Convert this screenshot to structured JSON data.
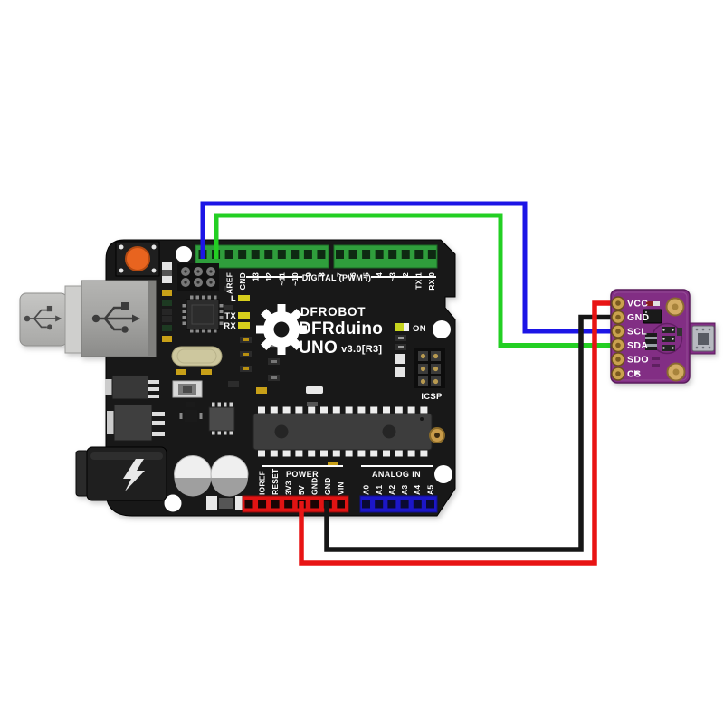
{
  "colors": {
    "background": "#ffffff",
    "pcb_black": "#181818",
    "header_green": "#2f9e3c",
    "header_red": "#e01313",
    "header_blue": "#1c16c8",
    "reset_button_orange": "#e8641f",
    "sensor_board_purple": "#822e84",
    "gold_pad": "#caa24e",
    "silkscreen_white": "#ffffff"
  },
  "arduino": {
    "brand": "DFROBOT",
    "model": "DFRduino",
    "series": "UNO",
    "revision": "v3.0[R3]",
    "digital_section_label": "DIGITAL (PWM~)",
    "digital_pins_left": [
      "AREF",
      "GND",
      "13",
      "12",
      "~11",
      "~10",
      "~9",
      "8"
    ],
    "digital_pins_right": [
      "7",
      "~6",
      "~5",
      "4",
      "~3",
      "2",
      "TX 1",
      "RX 0"
    ],
    "power_section_label": "POWER",
    "power_pins": [
      "IOREF",
      "RESET",
      "3V3",
      "5V",
      "GND",
      "GND",
      "VIN"
    ],
    "analog_section_label": "ANALOG IN",
    "analog_pins": [
      "A0",
      "A1",
      "A2",
      "A3",
      "A4",
      "A5"
    ],
    "icsp_label": "ICSP",
    "power_led_label": "ON",
    "led_labels": [
      "L",
      "TX",
      "RX"
    ]
  },
  "sensor": {
    "pin_labels": [
      "VCC",
      "GND",
      "SCL",
      "SDA",
      "SDO",
      "CS"
    ]
  },
  "wires": [
    {
      "name": "blue",
      "hex": "#1c15e6",
      "from": "Arduino SCL (top header)",
      "to": "sensor SCL"
    },
    {
      "name": "green",
      "hex": "#23cf23",
      "from": "Arduino SDA (top header)",
      "to": "sensor SDA"
    },
    {
      "name": "black",
      "hex": "#161616",
      "from": "Arduino GND (power header)",
      "to": "sensor GND"
    },
    {
      "name": "red",
      "hex": "#e81414",
      "from": "Arduino 5V (power header)",
      "to": "sensor VCC"
    }
  ]
}
